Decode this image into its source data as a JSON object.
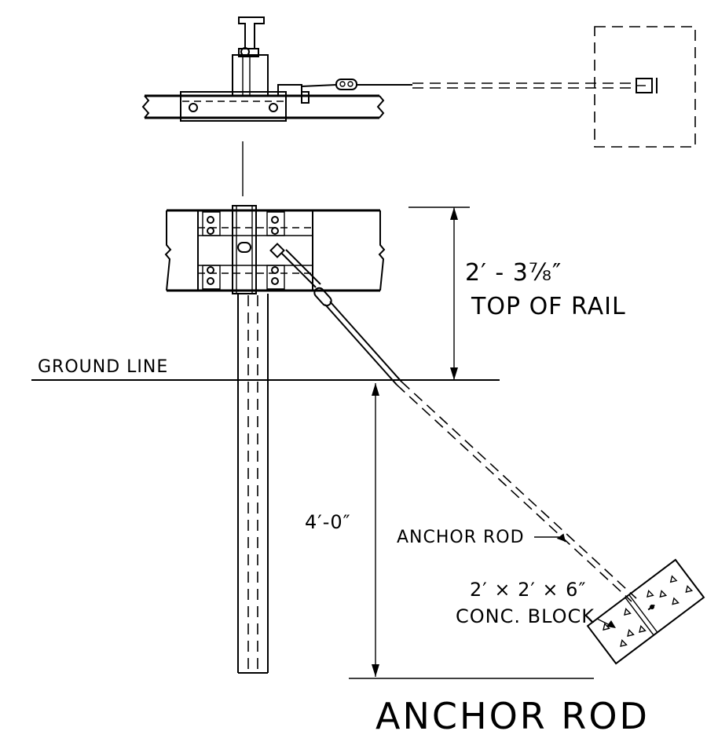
{
  "labels": {
    "rail_height_dim": "2′ - 3⅞″",
    "rail_height_note": "TOP OF RAIL",
    "ground_line": "GROUND LINE",
    "embed_depth_dim": "4′-0″",
    "anchor_rod_callout": "ANCHOR ROD",
    "block_size": "2′ × 2′ × 6″",
    "block_note": "CONC. BLOCK",
    "title": "ANCHOR ROD"
  },
  "colors": {
    "line": "#000000",
    "background": "#ffffff"
  }
}
